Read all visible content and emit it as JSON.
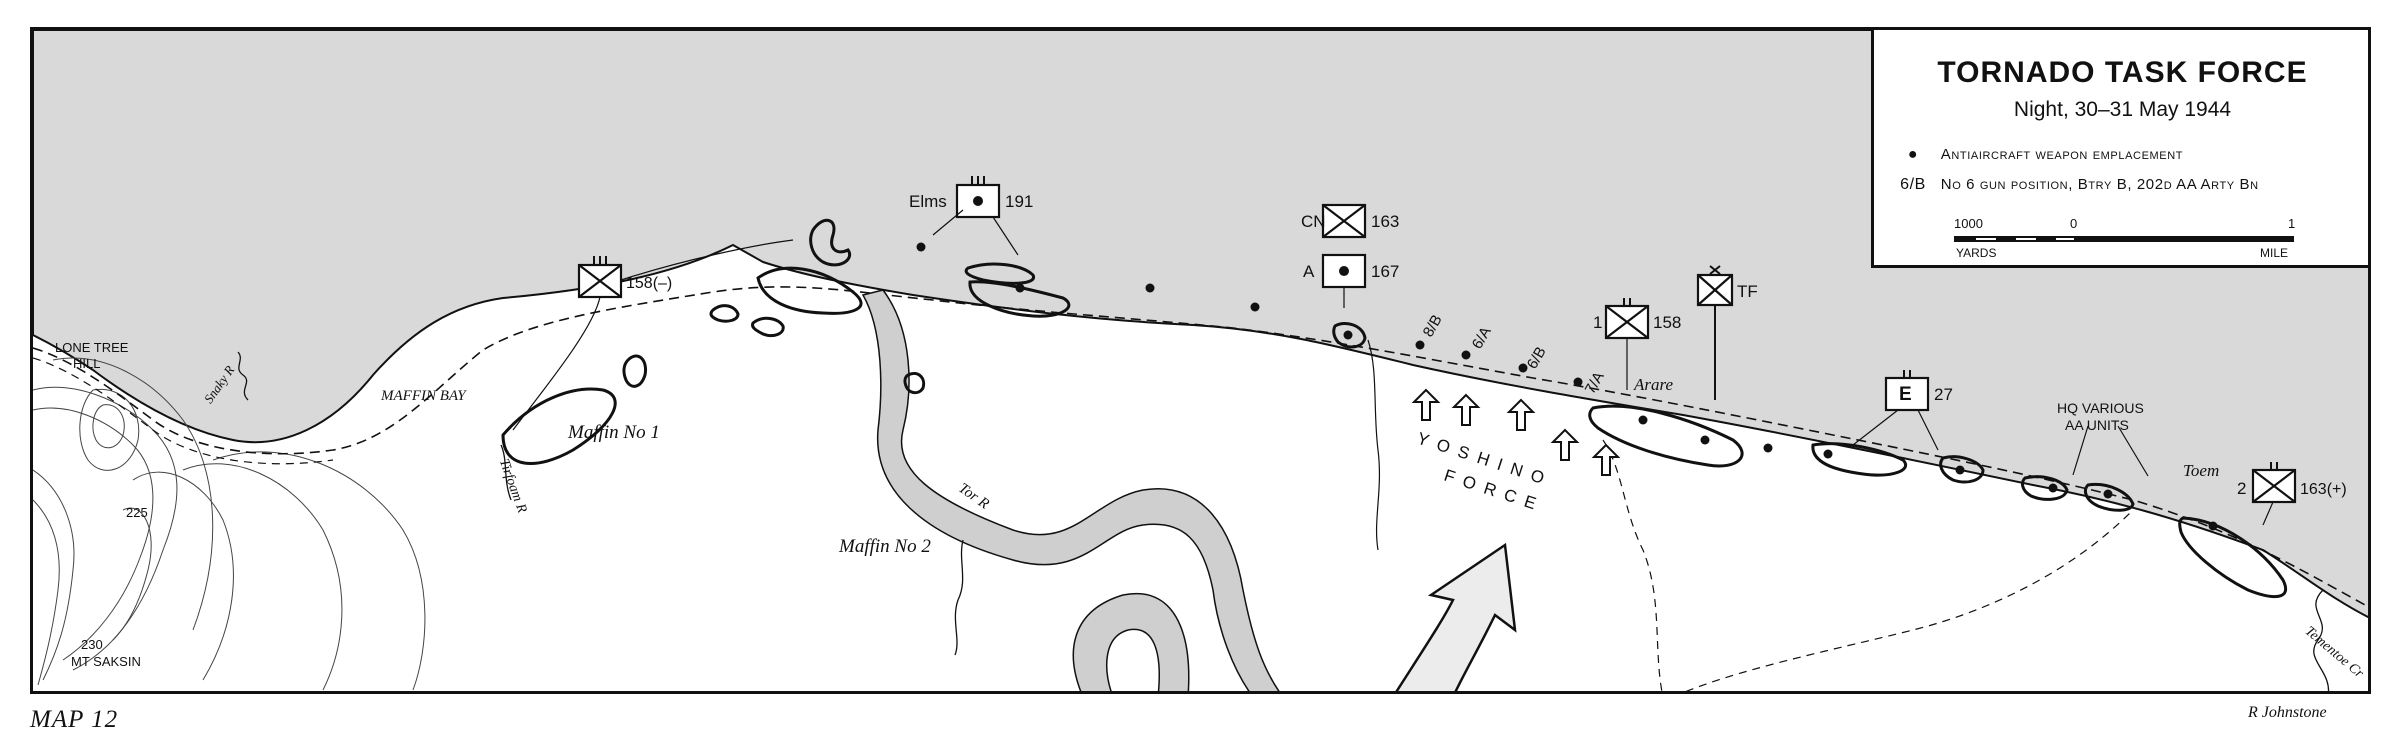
{
  "legend": {
    "title": "TORNADO TASK FORCE",
    "subtitle": "Night, 30–31 May 1944",
    "aa_symbol": "●",
    "aa_label": "Antiaircraft weapon emplacement",
    "gun_symbol": "6/B",
    "gun_label": "No 6 gun position, Btry B, 202d AA Arty Bn",
    "scale": {
      "left": "1000",
      "zero": "0",
      "right": "1",
      "left_unit": "YARDS",
      "right_unit": "MILE"
    }
  },
  "places": {
    "lone_tree_hill": "LONE TREE",
    "lone_tree_hill_2": "HILL",
    "maffin_bay": "MAFFIN BAY",
    "snaky_r": "Snaky R",
    "tirfoam_r": "Tirfoam R",
    "maffin_no1": "Maffin No 1",
    "maffin_no2": "Maffin No 2",
    "tor_r": "Tor R",
    "arare": "Arare",
    "toem": "Toem",
    "tementoe_cr": "Tementoe Cr",
    "yoshino": "YOSHINO",
    "force": "FORCE",
    "mt_saksin": "MT SAKSIN",
    "elev_225": "225",
    "elev_230": "230"
  },
  "units": {
    "u158m": "158(–)",
    "elms": "Elms",
    "u191": "191",
    "cn": "CN",
    "u163": "163",
    "a": "A",
    "u167": "167",
    "one": "1",
    "u158": "158",
    "tf": "TF",
    "e": "E",
    "u27": "27",
    "hq_various": "HQ VARIOUS",
    "aa_units": "AA UNITS",
    "two": "2",
    "u163p": "163(+)"
  },
  "gun_positions": [
    "8/B",
    "6/A",
    "6/B",
    "7/A"
  ],
  "footer": {
    "map_number": "MAP 12",
    "cartographer": "R Johnstone"
  },
  "colors": {
    "sea": "#d9d9d9",
    "land": "#ffffff",
    "ink": "#111111",
    "river": "#cfcfcf"
  }
}
